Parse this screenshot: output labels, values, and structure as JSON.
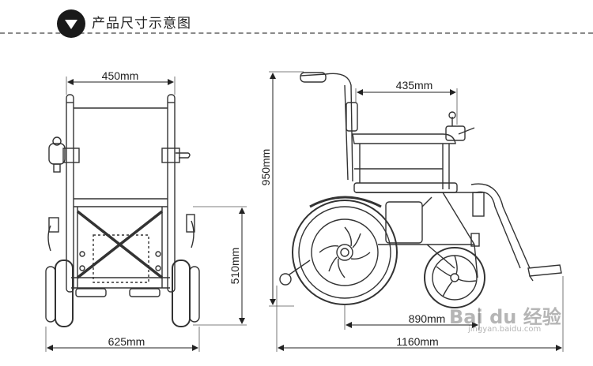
{
  "header": {
    "title": "产品尺寸示意图",
    "badge_icon": "chevron-down-icon"
  },
  "dimensions": {
    "front_width": "450mm",
    "overall_width": "625mm",
    "seat_height": "510mm",
    "total_height": "950mm",
    "seat_depth": "435mm",
    "wheelbase_length": "890mm",
    "overall_length": "1160mm"
  },
  "watermark": {
    "main": "Bai du 经验",
    "sub": "jingyan.baidu.com"
  },
  "colors": {
    "line": "#333333",
    "dimension": "#222222",
    "badge": "#1a1a1a"
  }
}
